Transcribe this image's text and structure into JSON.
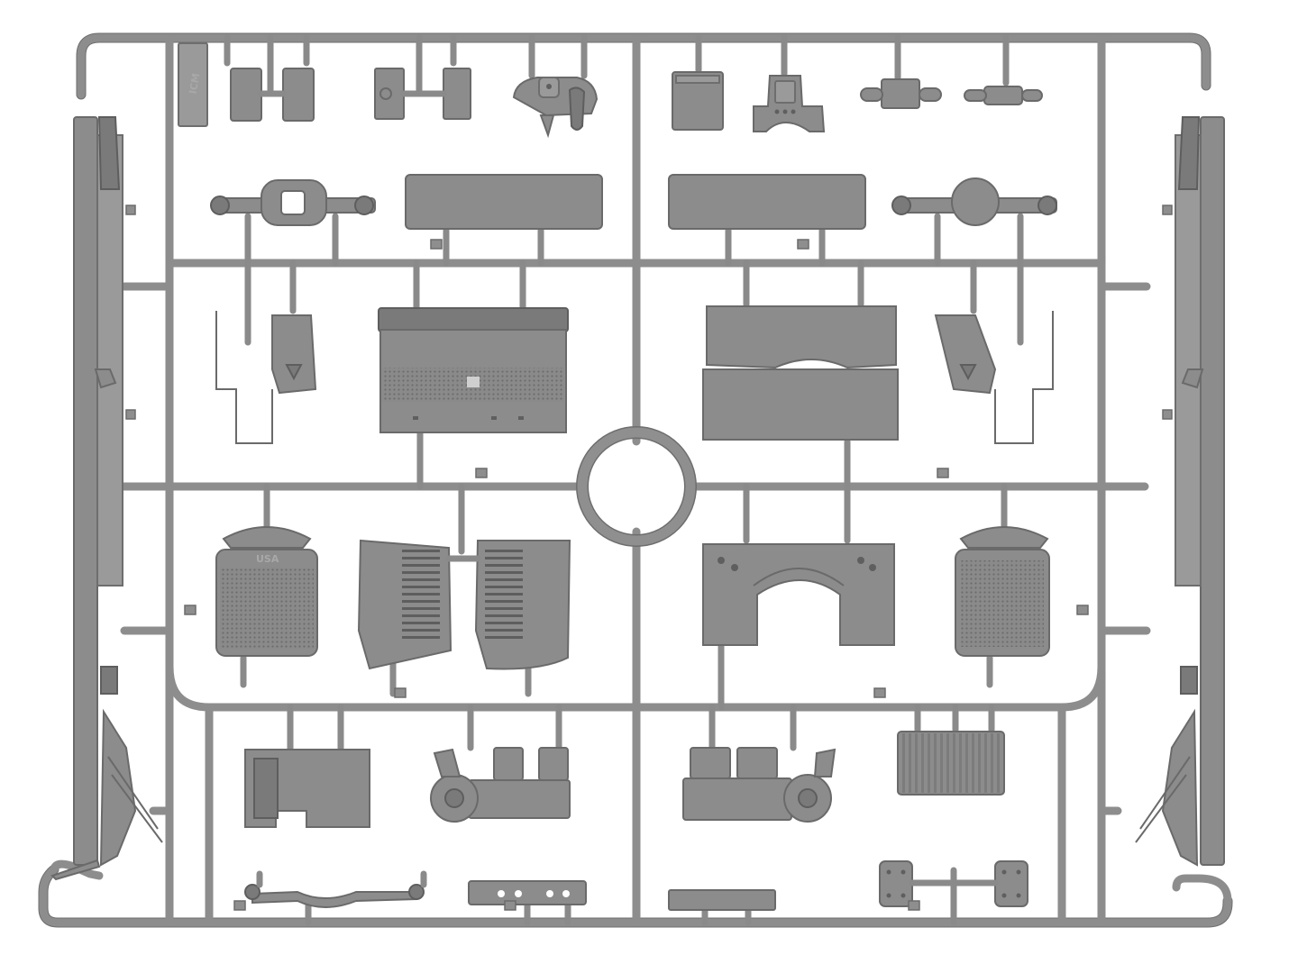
{
  "image": {
    "subject": "Plastic model kit sprue frame with gray injection-molded vehicle parts",
    "background_color": "#ffffff",
    "plastic_color": "#8c8c8c",
    "plastic_shadow_color": "#6a6a6a"
  },
  "embossed_marks": {
    "radiator_left": "USA",
    "tab_top_left": "ICM"
  },
  "parts": [
    {
      "name": "seat-cushions",
      "position": "top-left"
    },
    {
      "name": "small-brackets",
      "position": "top-left"
    },
    {
      "name": "transfer-case-lever",
      "position": "top-center-left"
    },
    {
      "name": "instrument-housing",
      "position": "top-center-right"
    },
    {
      "name": "shock-absorbers",
      "position": "top-right"
    },
    {
      "name": "rear-axle-left",
      "position": "upper-left"
    },
    {
      "name": "seat-back-left",
      "position": "upper-center-left"
    },
    {
      "name": "seat-back-right",
      "position": "upper-center-right"
    },
    {
      "name": "rear-axle-right",
      "position": "upper-right"
    },
    {
      "name": "firewall",
      "position": "middle-left"
    },
    {
      "name": "floor-panel",
      "position": "middle-right"
    },
    {
      "name": "radiator-left",
      "position": "lower-left"
    },
    {
      "name": "hood-side-panels",
      "position": "lower-center-left"
    },
    {
      "name": "dashboard",
      "position": "lower-center-right"
    },
    {
      "name": "radiator-right",
      "position": "lower-right"
    },
    {
      "name": "oil-pan",
      "position": "bottom-left"
    },
    {
      "name": "differential-left",
      "position": "bottom-center-left"
    },
    {
      "name": "differential-right",
      "position": "bottom-center-right"
    },
    {
      "name": "grille",
      "position": "bottom-right"
    },
    {
      "name": "front-axle-beam",
      "position": "bottom-left"
    },
    {
      "name": "bumper-bracket",
      "position": "bottom-center-left"
    },
    {
      "name": "bar-part",
      "position": "bottom-center-right"
    },
    {
      "name": "wheel-hubs-pair",
      "position": "bottom-right"
    },
    {
      "name": "frame-rail-left",
      "position": "left-edge"
    },
    {
      "name": "frame-rail-right",
      "position": "right-edge"
    },
    {
      "name": "leaf-spring-left",
      "position": "left-lower"
    },
    {
      "name": "leaf-spring-right",
      "position": "right-lower"
    }
  ]
}
